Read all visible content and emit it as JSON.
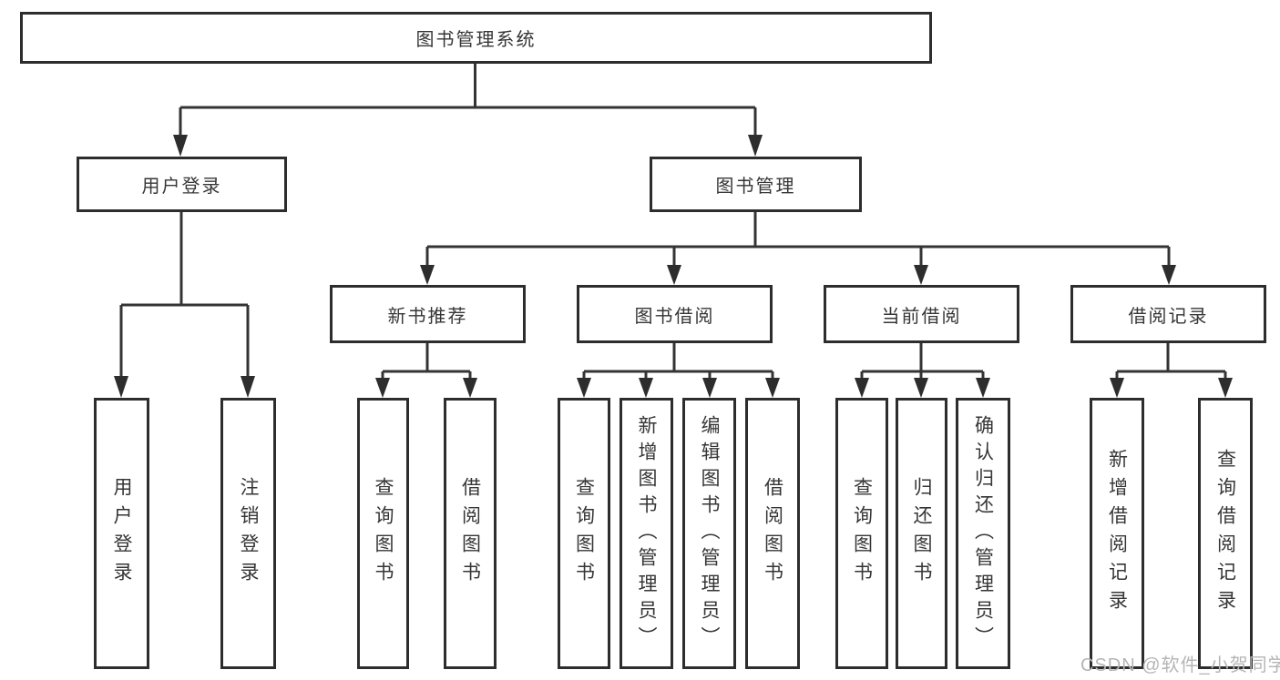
{
  "diagram": {
    "type": "hierarchy-tree",
    "watermark": "CSDN @软件_小贺同学",
    "colors": {
      "background": "#ffffff",
      "box_border": "#2d2d2d",
      "line": "#343434",
      "text": "#363636",
      "watermark": "#b5b5b5"
    },
    "tree": {
      "label": "图书管理系统",
      "children": [
        {
          "label": "用户登录",
          "children": [
            {
              "label": "用户登录"
            },
            {
              "label": "注销登录"
            }
          ]
        },
        {
          "label": "图书管理",
          "children": [
            {
              "label": "新书推荐",
              "children": [
                {
                  "label": "查询图书"
                },
                {
                  "label": "借阅图书"
                }
              ]
            },
            {
              "label": "图书借阅",
              "children": [
                {
                  "label": "查询图书"
                },
                {
                  "label": "新增图书（管理员）"
                },
                {
                  "label": "编辑图书（管理员）"
                },
                {
                  "label": "借阅图书"
                }
              ]
            },
            {
              "label": "当前借阅",
              "children": [
                {
                  "label": "查询图书"
                },
                {
                  "label": "归还图书"
                },
                {
                  "label": "确认归还（管理员）"
                }
              ]
            },
            {
              "label": "借阅记录",
              "children": [
                {
                  "label": "新增借阅记录"
                },
                {
                  "label": "查询借阅记录"
                }
              ]
            }
          ]
        }
      ]
    }
  }
}
